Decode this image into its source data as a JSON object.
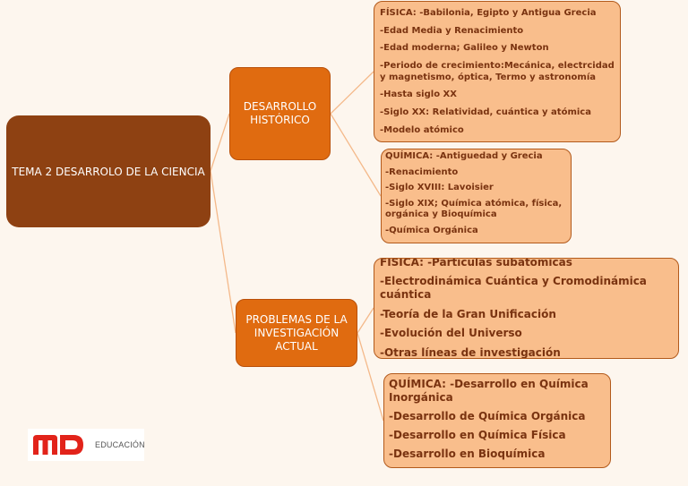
{
  "root": {
    "label": "TEMA 2 DESARROLO DE LA CIENCIA"
  },
  "branches": [
    {
      "label": "DESARROLLO HISTÓRICO"
    },
    {
      "label": "PROBLEMAS DE LA INVESTIGACIÓN ACTUAL"
    }
  ],
  "leaves": [
    {
      "items": [
        "FÍSICA: -Babilonia, Egipto y Antigua Grecia",
        "-Edad Media y Renacimiento",
        "-Edad moderna; Galileo y Newton",
        "-Periodo de crecimiento:Mecánica, electrcidad y magnetismo, óptica, Termo y astronomía",
        "-Hasta siglo XX",
        "-Siglo XX: Relatividad, cuántica y atómica",
        "-Modelo atómico"
      ]
    },
    {
      "items": [
        "QUÍMICA: -Antiguedad y Grecia",
        "-Renacimiento",
        "-Siglo XVIII: Lavoisier",
        "-Siglo XIX; Química atómica, física, orgánica y Bioquímica",
        "-Química Orgánica"
      ]
    },
    {
      "items": [
        "FÍSICA: -Partículas subatómicas",
        "-Electrodinámica Cuántica y Cromodinámica cuántica",
        "-Teoría de la Gran Unificación",
        "-Evolución del Universo",
        "-Otras líneas de investigación"
      ]
    },
    {
      "items": [
        "QUÍMICA: -Desarrollo en Química Inorgánica",
        "-Desarrollo de Química Orgánica",
        "-Desarrollo en Química Física",
        "-Desarrollo en Bioquímica"
      ]
    }
  ],
  "logo": {
    "mark": "MD",
    "text": "EDUCACIÓN"
  },
  "colors": {
    "background": "#fdf6ee",
    "root": "#8e4112",
    "branch": "#e06b10",
    "leaf": "#f9be8c",
    "leaf_text": "#7a3310",
    "connector": "#f4b98a",
    "logo_red": "#e2231a"
  }
}
